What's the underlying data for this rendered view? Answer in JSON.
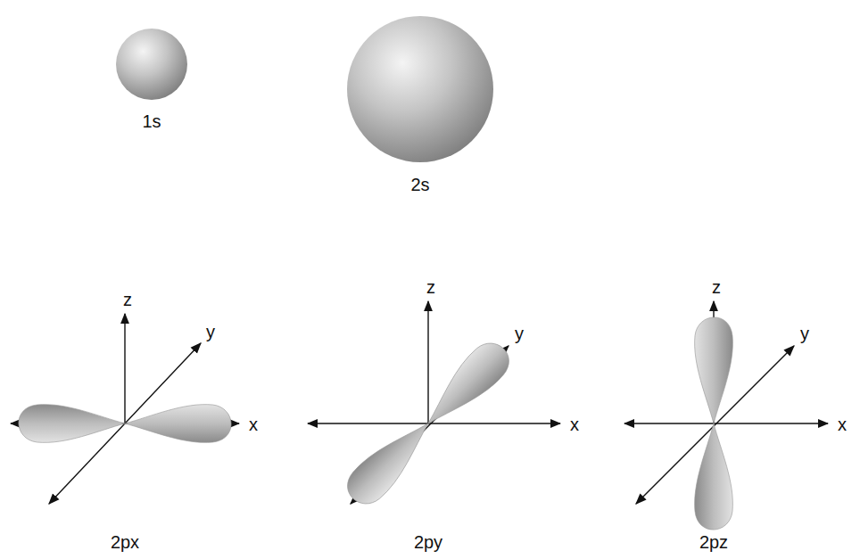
{
  "diagram": {
    "labels": [
      "1s",
      "2s",
      "z",
      "y",
      "x",
      "2px",
      "z",
      "y",
      "x",
      "2py",
      "z",
      "y",
      "x",
      "2pz"
    ]
  }
}
